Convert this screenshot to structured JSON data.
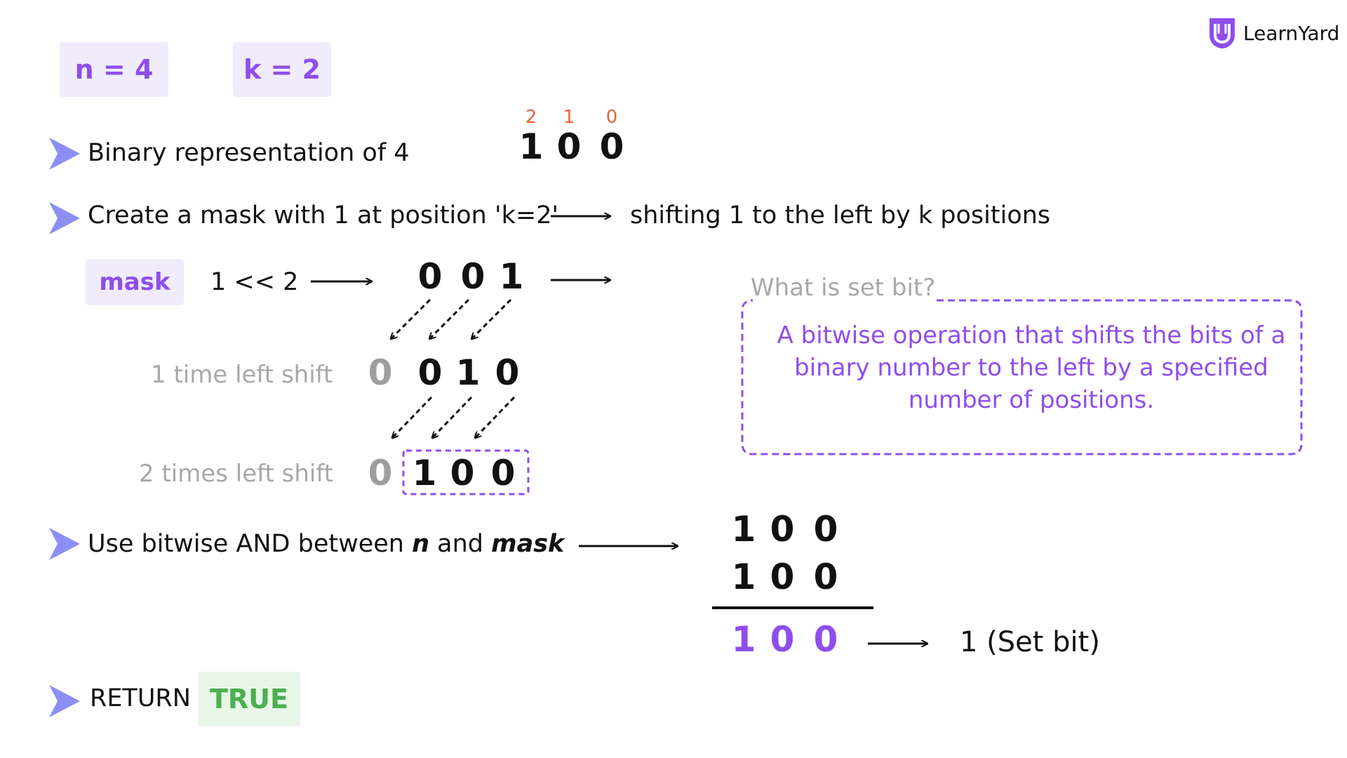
{
  "vars": {
    "n": "n = 4",
    "k": "k = 2"
  },
  "logo": {
    "name": "LearnYard",
    "icon": "learnyard-logo-icon"
  },
  "binary": {
    "indices": [
      "2",
      "1",
      "0"
    ],
    "bits": [
      "1",
      "0",
      "0"
    ]
  },
  "steps": {
    "step1": "Binary representation of 4",
    "step2": "Create a mask with 1 at position 'k=2'",
    "step2_note": "shifting 1 to the left by k positions",
    "step3_pre": "Use bitwise AND between ",
    "step3_n": "n",
    "step3_mid": " and ",
    "step3_mask": "mask",
    "step4": "RETURN",
    "step4_value": "TRUE"
  },
  "mask": {
    "label": "mask",
    "expr": "1 << 2",
    "initial": [
      "0",
      "0",
      "1"
    ],
    "shift1_label": "1 time left shift",
    "shift1": [
      "0",
      "0",
      "1",
      "0"
    ],
    "shift2_label": "2 times left shift",
    "shift2": [
      "0",
      "1",
      "0",
      "0"
    ]
  },
  "definition": {
    "title": "What is set bit?",
    "text": "A bitwise operation that shifts the bits of a binary number to the left by a specified number of positions."
  },
  "and_op": {
    "row1": [
      "1",
      "0",
      "0"
    ],
    "row2": [
      "1",
      "0",
      "0"
    ],
    "result": [
      "1",
      "0",
      "0"
    ],
    "result_note": "1  (Set bit)"
  },
  "colors": {
    "accent_purple": "#8E4EEC",
    "chip_bg": "#F1ECFB",
    "index_orange": "#F0603A",
    "true_green": "#4CAF50",
    "true_bg": "#E8F6E8",
    "chevron": "#8B8FF5"
  }
}
